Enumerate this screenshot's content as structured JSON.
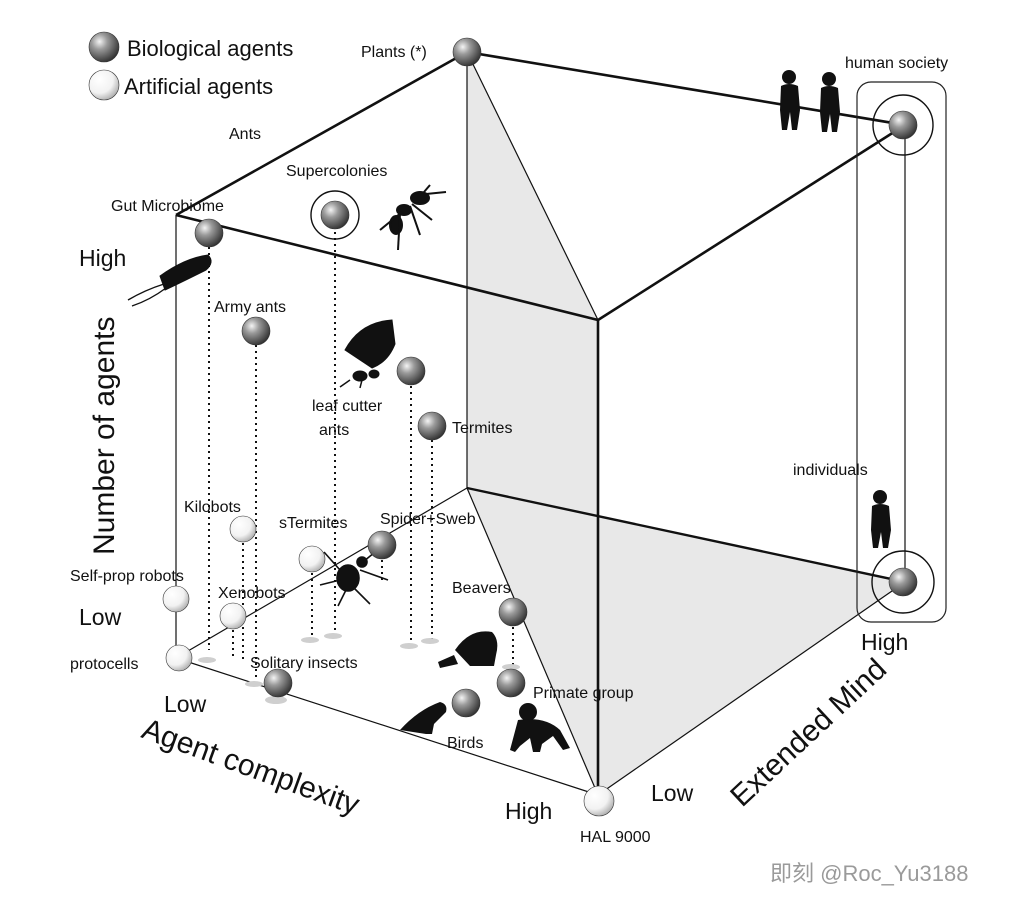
{
  "legend": {
    "biological": "Biological agents",
    "artificial": "Artificial agents"
  },
  "axes": {
    "vertical_title": "Number of agents",
    "vertical_high": "High",
    "vertical_low": "Low",
    "complexity_title": "Agent complexity",
    "complexity_low": "Low",
    "complexity_high": "High",
    "extended_title": "Extended Mind",
    "extended_low": "Low",
    "extended_high": "High"
  },
  "labels": {
    "plants": "Plants (*)",
    "human_society": "human society",
    "ants": "Ants",
    "supercolonies": "Supercolonies",
    "gut_microbiome": "Gut Microbiome",
    "army_ants": "Army ants",
    "leaf_cutter_1": "leaf cutter",
    "leaf_cutter_2": "ants",
    "termites": "Termites",
    "individuals": "individuals",
    "kilobots": "Kilobots",
    "stermites": "sTermites",
    "spider": "Spider+Sweb",
    "self_prop": "Self-prop robots",
    "xenobots": "Xenobots",
    "beavers": "Beavers",
    "protocells": "protocells",
    "solitary": "Solitary insects",
    "primate": "Primate group",
    "birds": "Birds",
    "hal": "HAL 9000"
  },
  "icons": {
    "silhouettes": [
      "human-pair-icon",
      "ant-icon",
      "bacterium-icon",
      "leaf-cutter-ant-icon",
      "human-individual-icon",
      "spider-icon",
      "beaver-icon",
      "bird-icon",
      "chimpanzee-icon"
    ]
  },
  "colors": {
    "biological_sphere": "#6f6f6f",
    "artificial_sphere": "#f2f2f2",
    "plane_fill": "#e6e6e6",
    "edge": "#111111"
  },
  "watermark": "即刻 @Roc_Yu3188"
}
